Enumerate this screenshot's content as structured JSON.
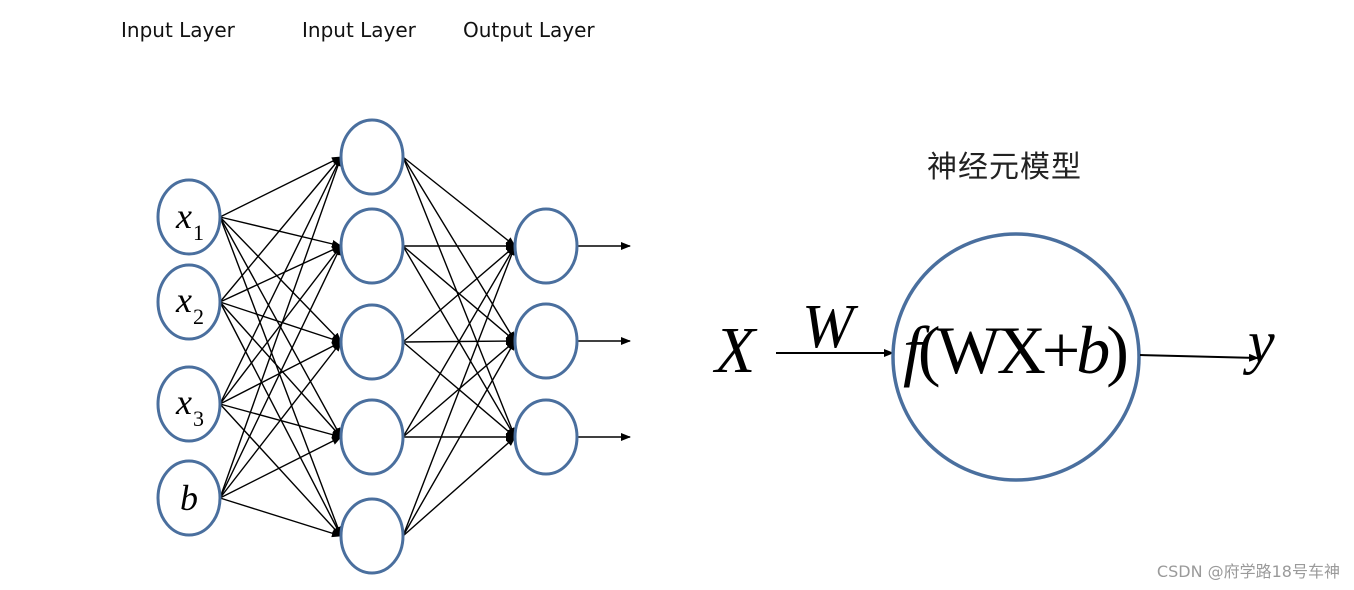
{
  "layer_labels": {
    "first": "Input Layer",
    "second": "Input Layer",
    "third": "Output Layer"
  },
  "input_nodes": [
    {
      "symbol": "x",
      "subscript": "1"
    },
    {
      "symbol": "x",
      "subscript": "2"
    },
    {
      "symbol": "x",
      "subscript": "3"
    },
    {
      "symbol": "b",
      "subscript": ""
    }
  ],
  "neuron_model": {
    "title": "神经元模型",
    "input": "X",
    "weight": "W",
    "function": {
      "f": "f",
      "open": "(",
      "wx": "WX",
      "plus": "+",
      "b": "b",
      "close": ")"
    },
    "output": "y"
  },
  "watermark": "CSDN @府学路18号车神",
  "colors": {
    "node_stroke": "#4a6f9e",
    "edge": "#000000"
  }
}
